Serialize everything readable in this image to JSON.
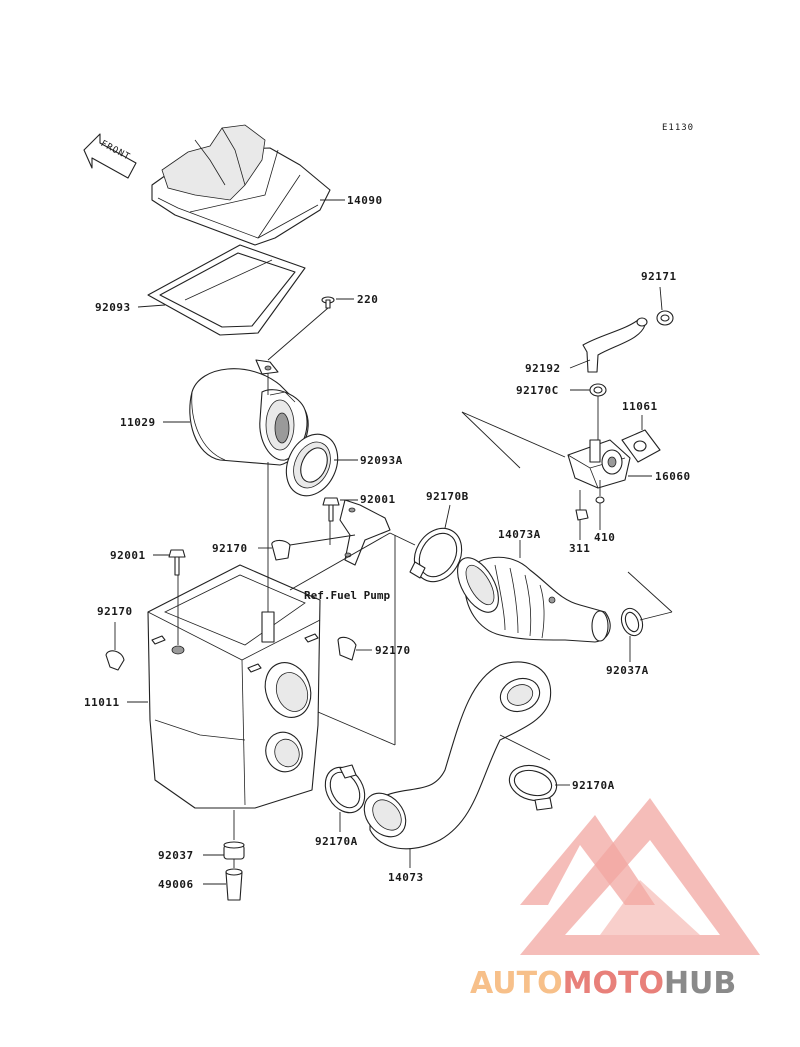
{
  "diagram": {
    "code": "E1130",
    "front_label": "FRONT",
    "ref_note": "Ref.Fuel Pump",
    "parts": [
      {
        "id": "p14090",
        "label": "14090"
      },
      {
        "id": "p92093",
        "label": "92093"
      },
      {
        "id": "p220",
        "label": "220"
      },
      {
        "id": "p11029",
        "label": "11029"
      },
      {
        "id": "p92093A",
        "label": "92093A"
      },
      {
        "id": "p92001a",
        "label": "92001"
      },
      {
        "id": "p92170B",
        "label": "92170B"
      },
      {
        "id": "p92170a",
        "label": "92170"
      },
      {
        "id": "p92001b",
        "label": "92001"
      },
      {
        "id": "p92170b",
        "label": "92170"
      },
      {
        "id": "p92170c",
        "label": "92170"
      },
      {
        "id": "p11011",
        "label": "11011"
      },
      {
        "id": "p92037",
        "label": "92037"
      },
      {
        "id": "p49006",
        "label": "49006"
      },
      {
        "id": "p92170A1",
        "label": "92170A"
      },
      {
        "id": "p14073",
        "label": "14073"
      },
      {
        "id": "p92170A2",
        "label": "92170A"
      },
      {
        "id": "p14073A",
        "label": "14073A"
      },
      {
        "id": "p92037A",
        "label": "92037A"
      },
      {
        "id": "p311",
        "label": "311"
      },
      {
        "id": "p410",
        "label": "410"
      },
      {
        "id": "p16060",
        "label": "16060"
      },
      {
        "id": "p11061",
        "label": "11061"
      },
      {
        "id": "p92170C",
        "label": "92170C"
      },
      {
        "id": "p92192",
        "label": "92192"
      },
      {
        "id": "p92171",
        "label": "92171"
      }
    ]
  },
  "watermark": {
    "word_part1": "AUTO",
    "word_part2": "MOTO",
    "word_part3": "HUB",
    "color_light": "#f7c08a",
    "color_red": "#e8807a",
    "color_gray": "#8a8a8a"
  }
}
